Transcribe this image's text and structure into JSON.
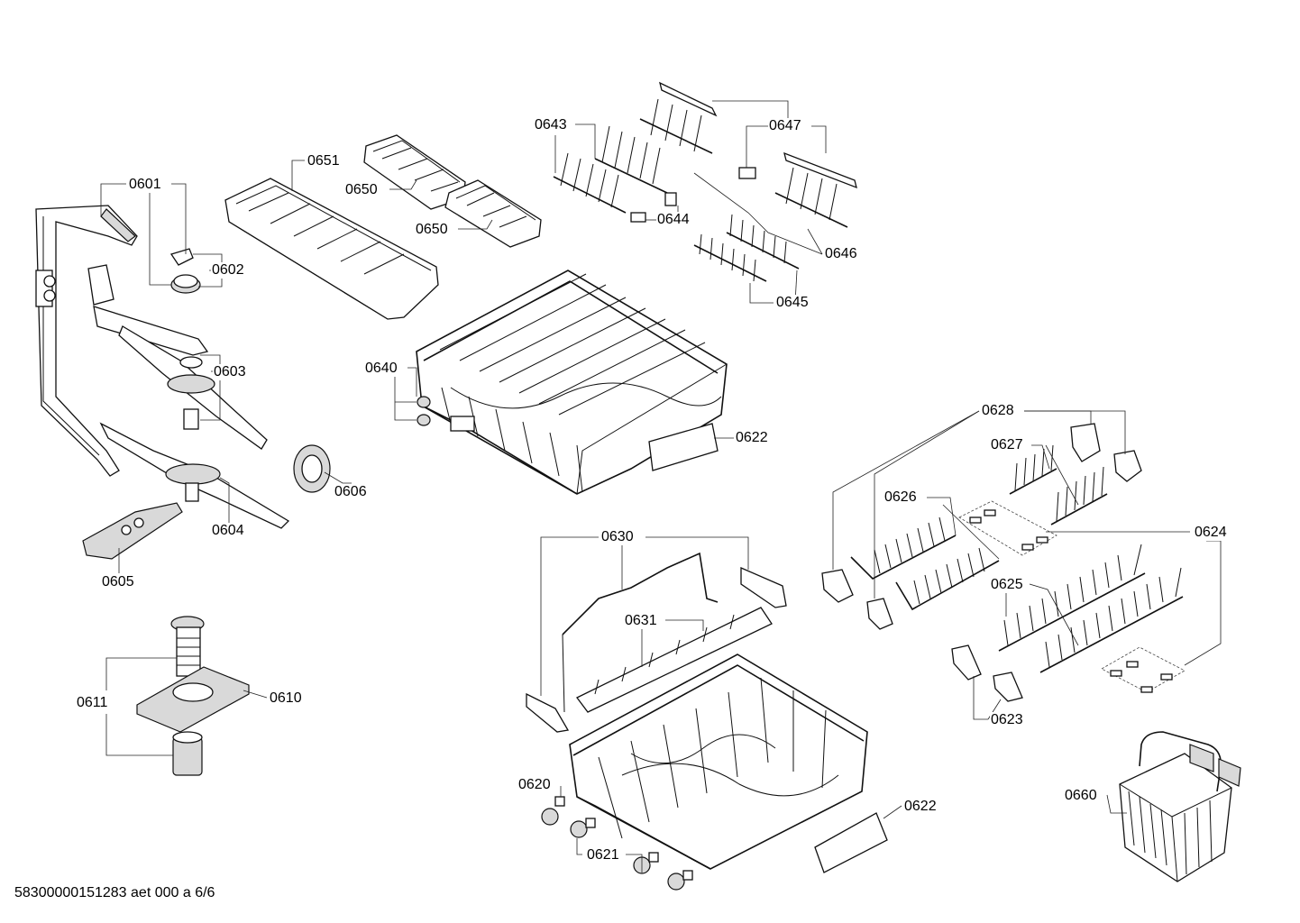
{
  "diagram": {
    "document_id": "58300000151283 aet 000 a 6/6",
    "labels": [
      "0601",
      "0602",
      "0603",
      "0604",
      "0605",
      "0606",
      "0610",
      "0611",
      "0620",
      "0621",
      "0622",
      "0623",
      "0624",
      "0625",
      "0626",
      "0627",
      "0628",
      "0630",
      "0631",
      "0640",
      "0643",
      "0644",
      "0645",
      "0646",
      "0647",
      "0650",
      "0651",
      "0660"
    ]
  }
}
